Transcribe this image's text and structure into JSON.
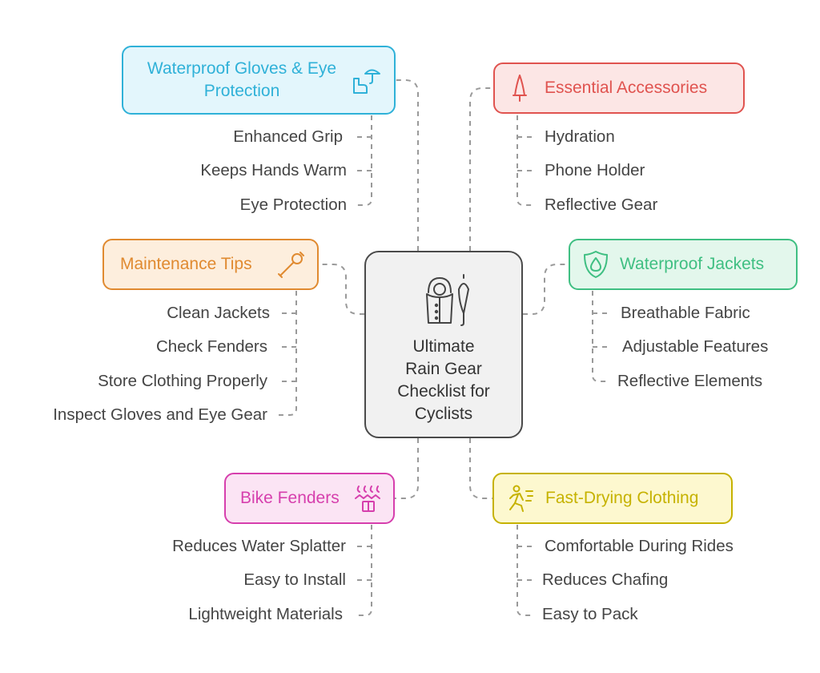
{
  "center": {
    "title_lines": [
      "Ultimate",
      "Rain Gear",
      "Checklist for",
      "Cyclists"
    ],
    "icon": "raincoat-umbrella-icon"
  },
  "categories": [
    {
      "id": "gloves",
      "title_lines": [
        "Waterproof Gloves & Eye",
        "Protection"
      ],
      "icon": "hand-umbrella-icon",
      "color": "#2fb1d8",
      "fill": "#e3f6fc",
      "items": [
        "Enhanced Grip",
        "Keeps Hands Warm",
        "Eye Protection"
      ]
    },
    {
      "id": "accessories",
      "title_lines": [
        "Essential Accessories"
      ],
      "icon": "bell-icon",
      "color": "#e0534f",
      "fill": "#fce6e5",
      "items": [
        "Hydration",
        "Phone Holder",
        "Reflective Gear"
      ]
    },
    {
      "id": "maintenance",
      "title_lines": [
        "Maintenance Tips"
      ],
      "icon": "wrench-icon",
      "color": "#e08a30",
      "fill": "#fdeedd",
      "items": [
        "Clean Jackets",
        "Check Fenders",
        "Store Clothing Properly",
        "Inspect Gloves and Eye Gear"
      ]
    },
    {
      "id": "jackets",
      "title_lines": [
        "Waterproof Jackets"
      ],
      "icon": "water-drop-shield-icon",
      "color": "#3fbf82",
      "fill": "#e3f7ec",
      "items": [
        "Breathable Fabric",
        "Adjustable Features",
        "Reflective Elements"
      ]
    },
    {
      "id": "fenders",
      "title_lines": [
        "Bike Fenders"
      ],
      "icon": "rain-fender-icon",
      "color": "#d63fad",
      "fill": "#fbe4f4",
      "items": [
        "Reduces Water Splatter",
        "Easy to Install",
        "Lightweight Materials"
      ]
    },
    {
      "id": "clothing",
      "title_lines": [
        "Fast-Drying Clothing"
      ],
      "icon": "running-person-icon",
      "color": "#c6b200",
      "fill": "#fdf8cf",
      "items": [
        "Comfortable During Rides",
        "Reduces Chafing",
        "Easy to Pack"
      ]
    }
  ]
}
